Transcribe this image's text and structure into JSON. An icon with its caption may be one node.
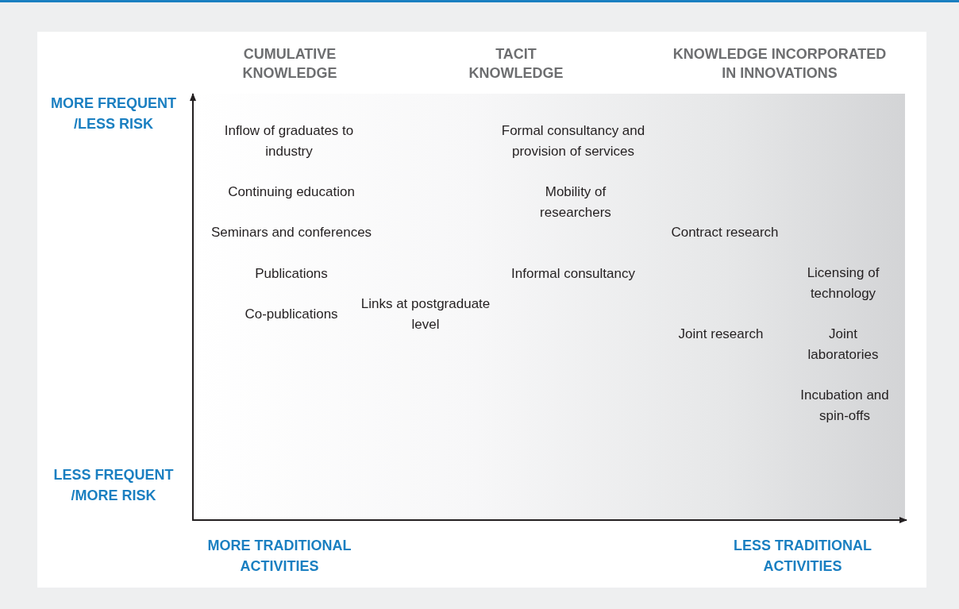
{
  "diagram": {
    "labels": [
      "CUMULATIVE KNOWLEDGE",
      "TACIT KNOWLEDGE",
      "KNOWLEDGE INCORPORATED IN INNOVATIONS",
      "MORE FREQUENT /LESS RISK",
      "Inflow of graduates to industry",
      "Formal consultancy and provision of services",
      "Continuing education",
      "Mobility of researchers",
      "Seminars and conferences",
      "Contract research",
      "Publications",
      "Informal consultancy",
      "Licensing of technology",
      "Co-publications",
      "Links at postgraduate level",
      "Joint research",
      "Joint laboratories",
      "Incubation and spin-offs",
      "LESS FREQUENT /MORE RISK",
      "MORE TRADITIONAL ACTIVITIES",
      "LESS TRADITIONAL ACTIVITIES"
    ]
  }
}
